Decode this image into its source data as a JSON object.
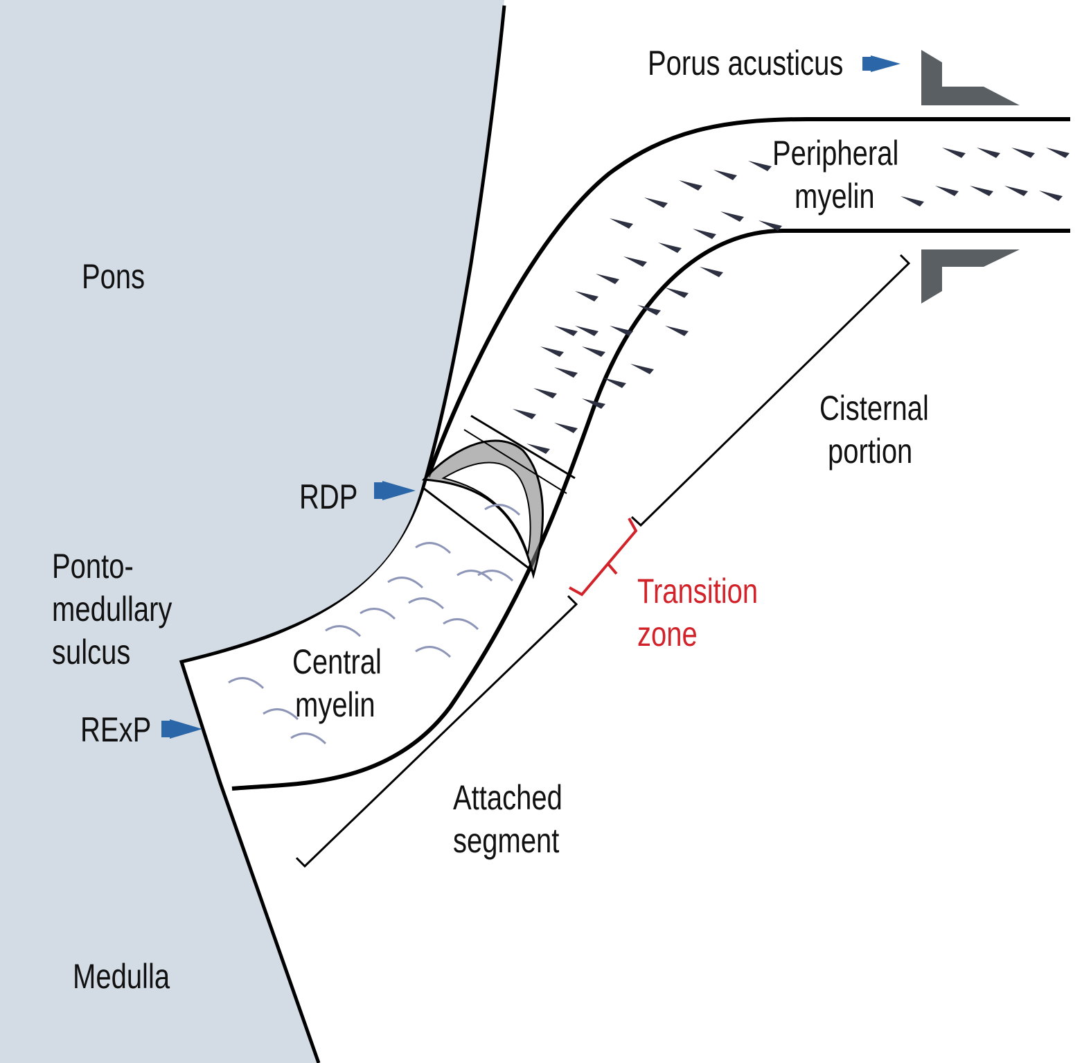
{
  "labels": {
    "porus": "Porus acusticus",
    "peripheral_line1": "Peripheral",
    "peripheral_line2": "myelin",
    "pons": "Pons",
    "cisternal_line1": "Cisternal",
    "cisternal_line2": "portion",
    "rdp": "RDP",
    "ponto_line1": "Ponto-",
    "ponto_line2": "medullary",
    "ponto_line3": "sulcus",
    "transition_line1": "Transition",
    "transition_line2": "zone",
    "central_line1": "Central",
    "central_line2": "myelin",
    "rexp": "RExP",
    "attached_line1": "Attached",
    "attached_line2": "segment",
    "medulla": "Medulla"
  },
  "colors": {
    "brainstem_fill": "#d3dce5",
    "outline": "#000000",
    "arrowhead": "#2a66a8",
    "bone": "#595f63",
    "peripheral_marks": "#2c3040",
    "central_marks": "#8e96b8",
    "transition_highlight": "#d2232a"
  },
  "icons": {
    "pointer": "blue-arrowhead-icon",
    "bone": "porus-bone-wedge-icon"
  }
}
